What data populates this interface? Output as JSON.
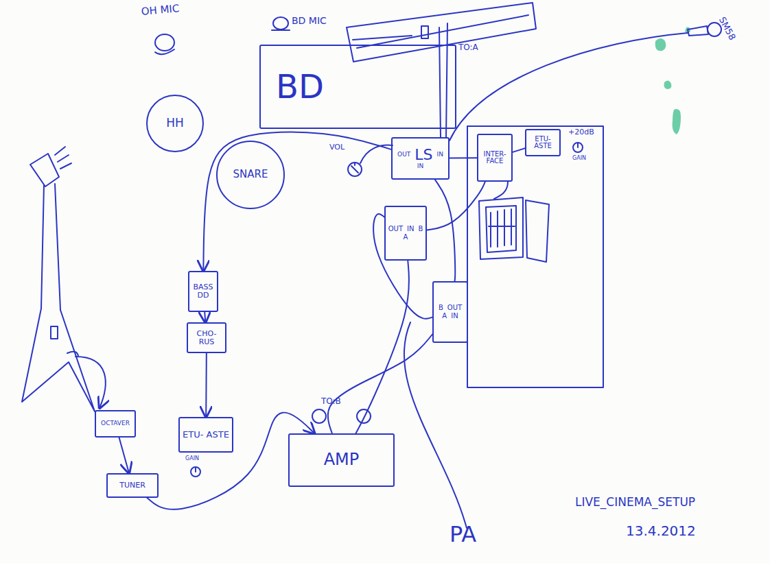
{
  "diagram": {
    "title": "LIVE_CINEMA_SETUP",
    "nodes": [
      {
        "text": [
          "BD"
        ]
      },
      {
        "text": [
          "HH"
        ]
      },
      {
        "text": [
          "SNARE"
        ]
      },
      {
        "text": [
          "OUT",
          "LS",
          "IN",
          "IN"
        ]
      },
      {
        "text": [
          "INTER- FACE"
        ]
      },
      {
        "text": [
          "ETU- ASTE"
        ]
      },
      {
        "text": [
          "OUT",
          "IN",
          "B",
          "A"
        ]
      },
      {
        "text": [
          "B",
          "OUT",
          "A",
          "IN"
        ]
      },
      {
        "text": [
          "BASS DD"
        ]
      },
      {
        "text": [
          "CHO- RUS"
        ]
      },
      {
        "text": [
          "OCTAVER"
        ]
      },
      {
        "text": [
          "TUNER"
        ]
      },
      {
        "text": [
          "ETU- ASTE"
        ]
      },
      {
        "text": [
          "AMP"
        ]
      }
    ],
    "edges": [
      {
        "from": 3,
        "to": 8,
        "arrow": "to"
      },
      {
        "from": 8,
        "to": 9,
        "arrow": "to"
      },
      {
        "from": 9,
        "to": 12,
        "arrow": "to"
      },
      {
        "from": 10,
        "to": 11,
        "arrow": "to"
      },
      {
        "from": 11,
        "to": 13,
        "arrow": "to"
      },
      {
        "from": 4,
        "to": 5,
        "arrow": "none"
      },
      {
        "from": 4,
        "to": 3,
        "arrow": "none"
      },
      {
        "from": 3,
        "to": 7,
        "arrow": "none"
      },
      {
        "from": 4,
        "to": 6,
        "arrow": "none"
      },
      {
        "from": 6,
        "to": 7,
        "arrow": "none"
      },
      {
        "from": 6,
        "to": 13,
        "arrow": "none"
      },
      {
        "from": 7,
        "to": 13,
        "arrow": "none"
      }
    ],
    "labels": [
      "OH MIC",
      "BD MIC",
      "TO:A",
      "SM58",
      "VOL",
      "+20dB",
      "GAIN",
      "TO:B",
      "GAIN",
      "PA",
      "13.4.2012"
    ]
  }
}
